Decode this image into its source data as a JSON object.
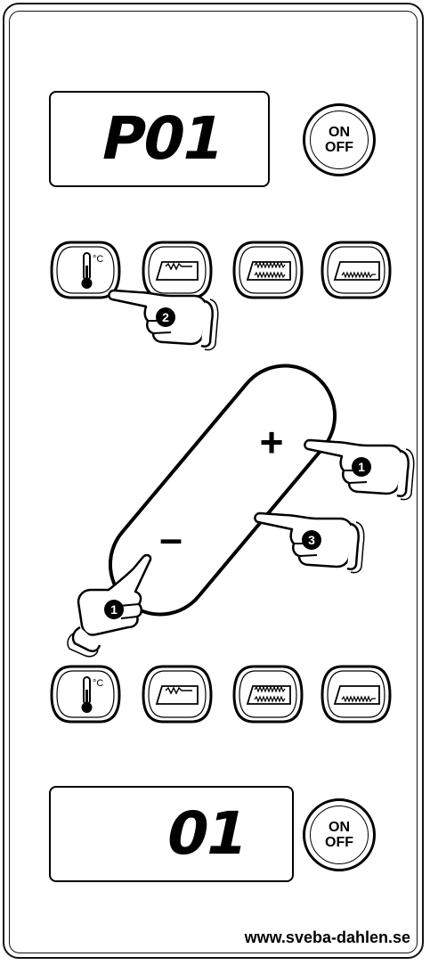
{
  "top_display": {
    "program_text": "P01"
  },
  "bottom_display": {
    "program_text": "01"
  },
  "top_onoff": {
    "line1": "ON",
    "line2": "OFF"
  },
  "bottom_onoff": {
    "line1": "ON",
    "line2": "OFF"
  },
  "top_buttons": [
    {
      "icon": "thermometer-icon",
      "unit": "°C"
    },
    {
      "icon": "top-heat-icon"
    },
    {
      "icon": "top-bottom-heat-icon"
    },
    {
      "icon": "bottom-heat-icon"
    }
  ],
  "bottom_buttons": [
    {
      "icon": "thermometer-icon",
      "unit": "°C"
    },
    {
      "icon": "top-heat-icon"
    },
    {
      "icon": "top-bottom-heat-icon"
    },
    {
      "icon": "bottom-heat-icon"
    }
  ],
  "rocker": {
    "plus": "+",
    "minus": "–"
  },
  "steps": {
    "thermo_step": "2",
    "plus_step": "1",
    "minus_step": "1",
    "release_step": "3"
  },
  "footer": {
    "url": "www.sveba-dahlen.se"
  }
}
